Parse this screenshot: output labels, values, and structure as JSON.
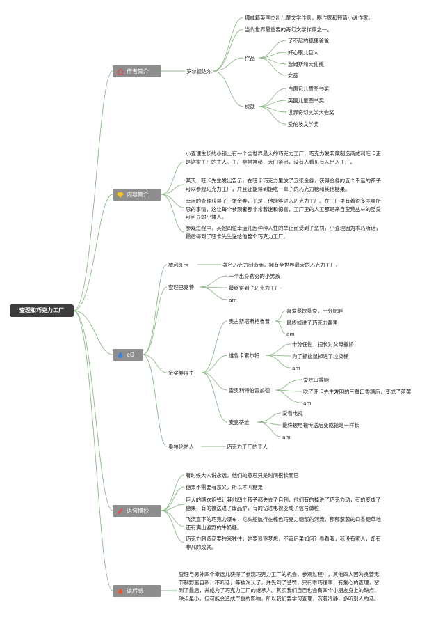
{
  "colors": {
    "line": "#8fb98a",
    "root_bg": "#3d3d3d",
    "section_bg": "#8e8e8e"
  },
  "root": "查理和巧克力工厂",
  "author": {
    "label": "作者简介",
    "icon": "house-icon",
    "name": "罗尔德达尔",
    "intro1": "挪威籍英国杰出儿童文学作家，剧作家和短篇小说作家。",
    "intro2": "当代世界最重要的奇幻文学作家之一。",
    "works_label": "作品",
    "works": [
      "了不起的狐狸爸爸",
      "好心眼儿巨人",
      "詹姆斯和大仙桃",
      "女巫"
    ],
    "achieve_label": "成就",
    "achievements": [
      "白面包儿童图书奖",
      "英国儿童图书奖",
      "世界奇幻文学大会奖",
      "爱伦坡文学奖"
    ]
  },
  "content": {
    "label": "内容简介",
    "icon": "diamond-icon",
    "paragraphs": [
      "小查理生长的小镇上有一个全世界最大的巧克力工厂，巧克力发明家制造商威利旺卡正是这家工厂的主人。工厂非常神秘，大门紧闭，没有人看见有人出入工厂。",
      "某天，旺卡先生发出告示，在旺卡巧克力里放了五张金券，获得金券的五个幸运的孩子可以参观巧克力工厂，并且还能得到能吃一辈子的巧克力糖和其他糖果。",
      "幸运的查理获得了一张金券，于是，他能够进入巧克力工厂。在工厂里有着很多匪夷所思的事情，这让每个参观者都非常着迷和惊喜，工厂里的人工都是来自蛮荒丛林的酷爱可可豆的小矮人。",
      "参观过程中，其他四位幸运儿因种种人性的举止而受到了惩罚，小查理因为乖巧听话，最后得到了旺卡先生送给他整个巧克力工厂。"
    ]
  },
  "characters": {
    "label": "eO",
    "icon": "flame-icon",
    "wonka": {
      "name": "威利旺卡",
      "desc": "著名巧克力制造商，拥有全世界最大的巧克力工厂。"
    },
    "charlie": {
      "name": "查理巴克特",
      "items": [
        "一个出身贫穷的小男孩",
        "最终得到了巧克力工厂",
        "am"
      ]
    },
    "winners_label": "金奖券得主",
    "winners": [
      {
        "name": "奥古斯塔斯格鲁普",
        "items": [
          "喜爱暴饮暴食，十分肥胖",
          "最终掉进了巧克力酱里",
          "am"
        ]
      },
      {
        "name": "维鲁卡索尔特",
        "items": [
          "十分任性，扭长对父母撒娇",
          "为了抓松鼠掉进了垃圾桶",
          "am"
        ]
      },
      {
        "name": "雷奥利特伯雷加德",
        "items": [
          "爱吃口香糖",
          "吃了旺卡先生发明的三餐口香糖后，变成了蓝莓",
          "am"
        ]
      },
      {
        "name": "麦克蒂维",
        "items": [
          "爱看电视",
          "最终被电视传送后变成铅笔一样长",
          "am"
        ]
      }
    ],
    "oompa": {
      "name": "奥帕伦帕人",
      "desc": "巧克力工厂的工人"
    }
  },
  "quotes": {
    "label": "语句摘抄",
    "icon": "pen-icon",
    "items": [
      "有时候大人说永远，他们的意思只是时间很长而已",
      "糖果不需要有意义，所以才叫糖果",
      "巨大的糖衣炮弹让其他四个孩子都失去了自制，他们有的掉进了巧克力动，有的变成了糖果，有的被送进了废品炉，有的钻进电视变成了信号微粒",
      "飞流直下的巧克力瀑布，龙头船航行在棕色巧克力糖浆的河流，郁郁葱葱的口香糖草地还有满山遍野的牛奶糖。",
      "巧克力制造商要独来独往，她要追逐梦想，不管后果如何？看看我，我没有家人，却有非凡的成就。"
    ]
  },
  "review": {
    "label": "读后感",
    "icon": "flame-icon",
    "text": "查理与另外四个幸运儿获得了参观巧克力工厂的机会，参观过程中，其他四人因为贪婪无节制野蛮自私，不听话，等被淘汰了，并受到了惩罚，只有乖巧懂事，有爱心的查理，留到了最后，并成为了巧克力工厂的继承人。其实我们自己也会有四个小朋友身上的缺点，缺点虽小，但可能会造成严重的影响，所以我们要学习查理，沉着冷静，多听别人的话。"
  }
}
